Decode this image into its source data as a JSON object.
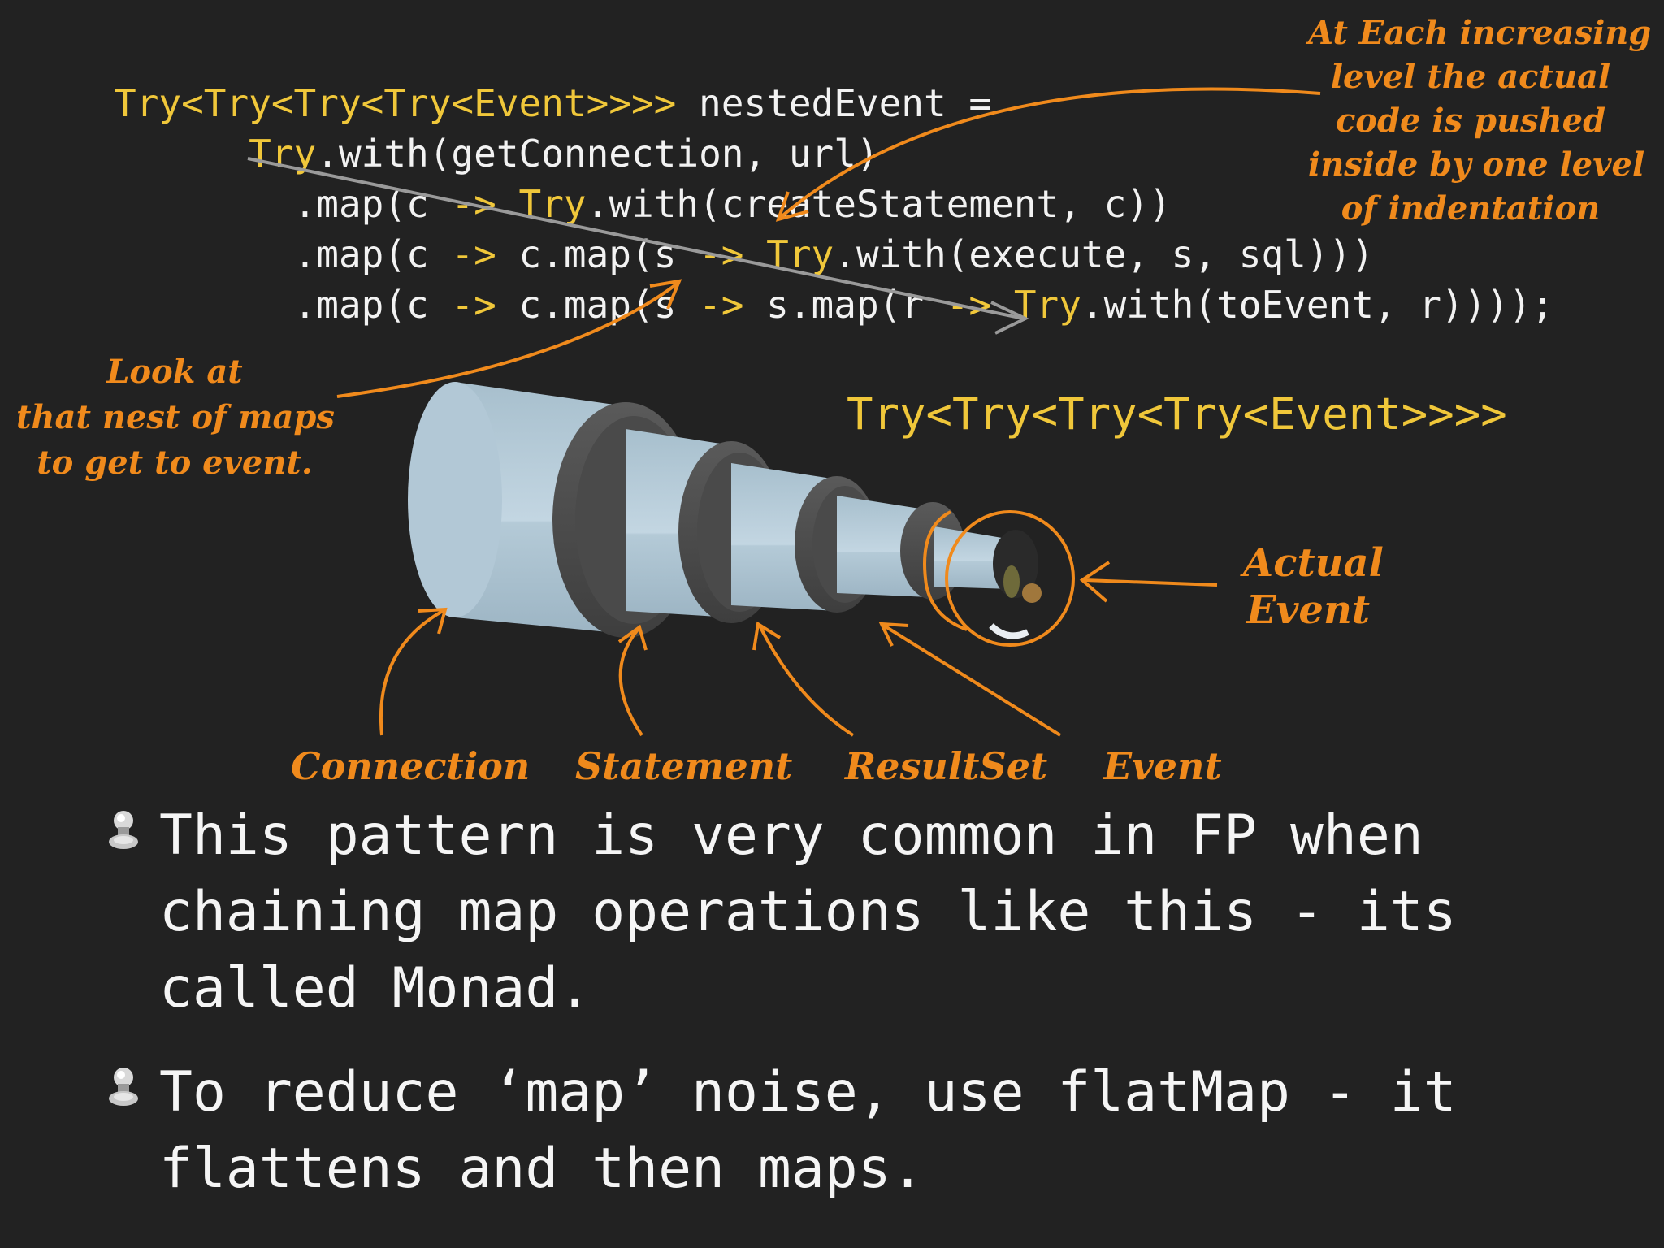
{
  "code": {
    "line1": {
      "type": "Try<Try<Try<Try<Event>>>>",
      "rest": " nestedEvent ="
    },
    "line2": {
      "indent": "      ",
      "kw": "Try",
      "rest": ".with(getConnection, url)"
    },
    "line3": {
      "indent": "        ",
      "pre": ".map(c ",
      "arrow": "->",
      "mid": " ",
      "kw": "Try",
      "rest": ".with(createStatement, c))"
    },
    "line4": {
      "indent": "        ",
      "pre": ".map(c ",
      "arrow": "->",
      "mid": " c.map(s ",
      "arrow2": "->",
      "mid2": " ",
      "kw": "Try",
      "rest": ".with(execute, s, sql)))"
    },
    "line5": {
      "indent": "        ",
      "pre": ".map(c ",
      "arrow": "->",
      "mid": " c.map(s ",
      "arrow2": "->",
      "mid2": " s.map(r ",
      "arrow3": "->",
      "mid3": " ",
      "kw": "Try",
      "rest": ".with(toEvent, r))));"
    }
  },
  "type_label": "Try<Try<Try<Try<Event>>>>",
  "annotations": {
    "top_right": [
      "At Each increasing",
      "level the actual",
      "code is pushed",
      "inside by one level",
      "of indentation"
    ],
    "left": [
      "Look at",
      "that nest of maps",
      "to get to event."
    ],
    "actual_event": [
      "Actual",
      "Event"
    ]
  },
  "labels": {
    "connection": "Connection",
    "statement": "Statement",
    "resultset": "ResultSet",
    "event": "Event"
  },
  "bullets": [
    "This pattern is very common in FP when chaining map operations like this - its called Monad.",
    "To reduce ‘map’ noise, use flatMap - it flattens and then maps."
  ],
  "colors": {
    "background": "#222222",
    "keyword": "#f0c73a",
    "annotation": "#f08a1c",
    "text": "#f2f2f2",
    "telescope": "#b9cfdc"
  },
  "icons": {
    "bullet": "push-pin-icon"
  }
}
